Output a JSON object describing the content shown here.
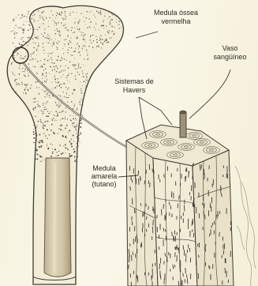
{
  "labels": {
    "red_marrow": {
      "line1": "Medula óssea",
      "line2": "vermelha"
    },
    "vessel": {
      "line1": "Vaso",
      "line2": "sangüíneo"
    },
    "havers": {
      "line1": "Sistemas de",
      "line2": "Havers"
    },
    "yellow_marrow": {
      "line1": "Medula",
      "line2": "amarela",
      "line3": "(tutano)"
    }
  },
  "colors": {
    "bone_fill": "#f3edd8",
    "ink": "#3c3a33",
    "shaft": "#cfc3a6",
    "marrow_dots": "#6f6a5d"
  }
}
